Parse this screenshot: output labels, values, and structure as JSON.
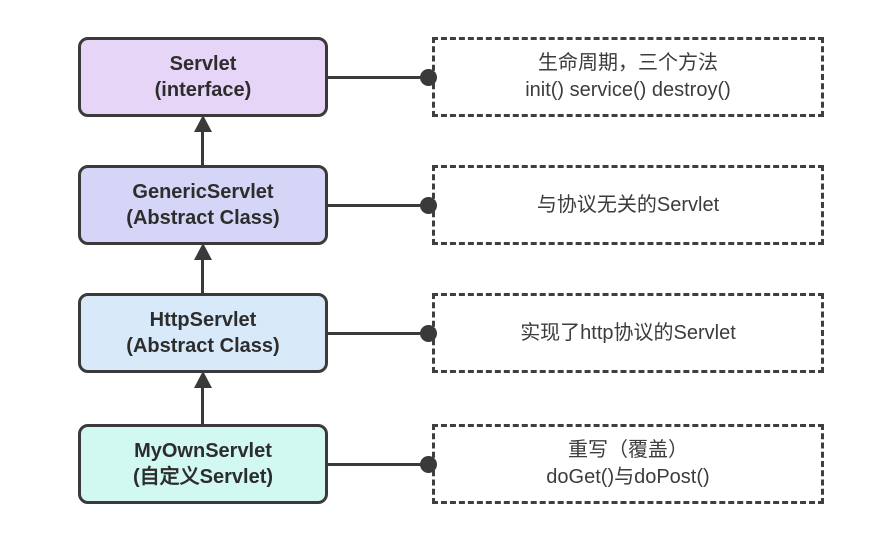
{
  "diagram": {
    "type": "flowchart",
    "description": "Servlet class inheritance hierarchy with annotations",
    "background": "#ffffff",
    "line_color": "#3a3a3a",
    "nodes": [
      {
        "id": "servlet",
        "line1": "Servlet",
        "line2": "(interface)",
        "fill": "#e6d5f7",
        "note": {
          "line1": "生命周期，三个方法",
          "line2": "init() service() destroy()"
        }
      },
      {
        "id": "generic-servlet",
        "line1": "GenericServlet",
        "line2": "(Abstract Class)",
        "fill": "#d5d5f7",
        "note": {
          "line1": "与协议无关的Servlet"
        }
      },
      {
        "id": "http-servlet",
        "line1": "HttpServlet",
        "line2": "(Abstract Class)",
        "fill": "#d8eafa",
        "note": {
          "line1": "实现了http协议的Servlet"
        }
      },
      {
        "id": "my-own-servlet",
        "line1": "MyOwnServlet",
        "line2": "(自定义Servlet)",
        "fill": "#d2f8f2",
        "note": {
          "line1": "重写（覆盖）",
          "line2": "doGet()与doPost()"
        }
      }
    ],
    "arrows": [
      {
        "from": "generic-servlet",
        "to": "servlet",
        "direction": "up"
      },
      {
        "from": "http-servlet",
        "to": "generic-servlet",
        "direction": "up"
      },
      {
        "from": "my-own-servlet",
        "to": "http-servlet",
        "direction": "up"
      }
    ]
  }
}
